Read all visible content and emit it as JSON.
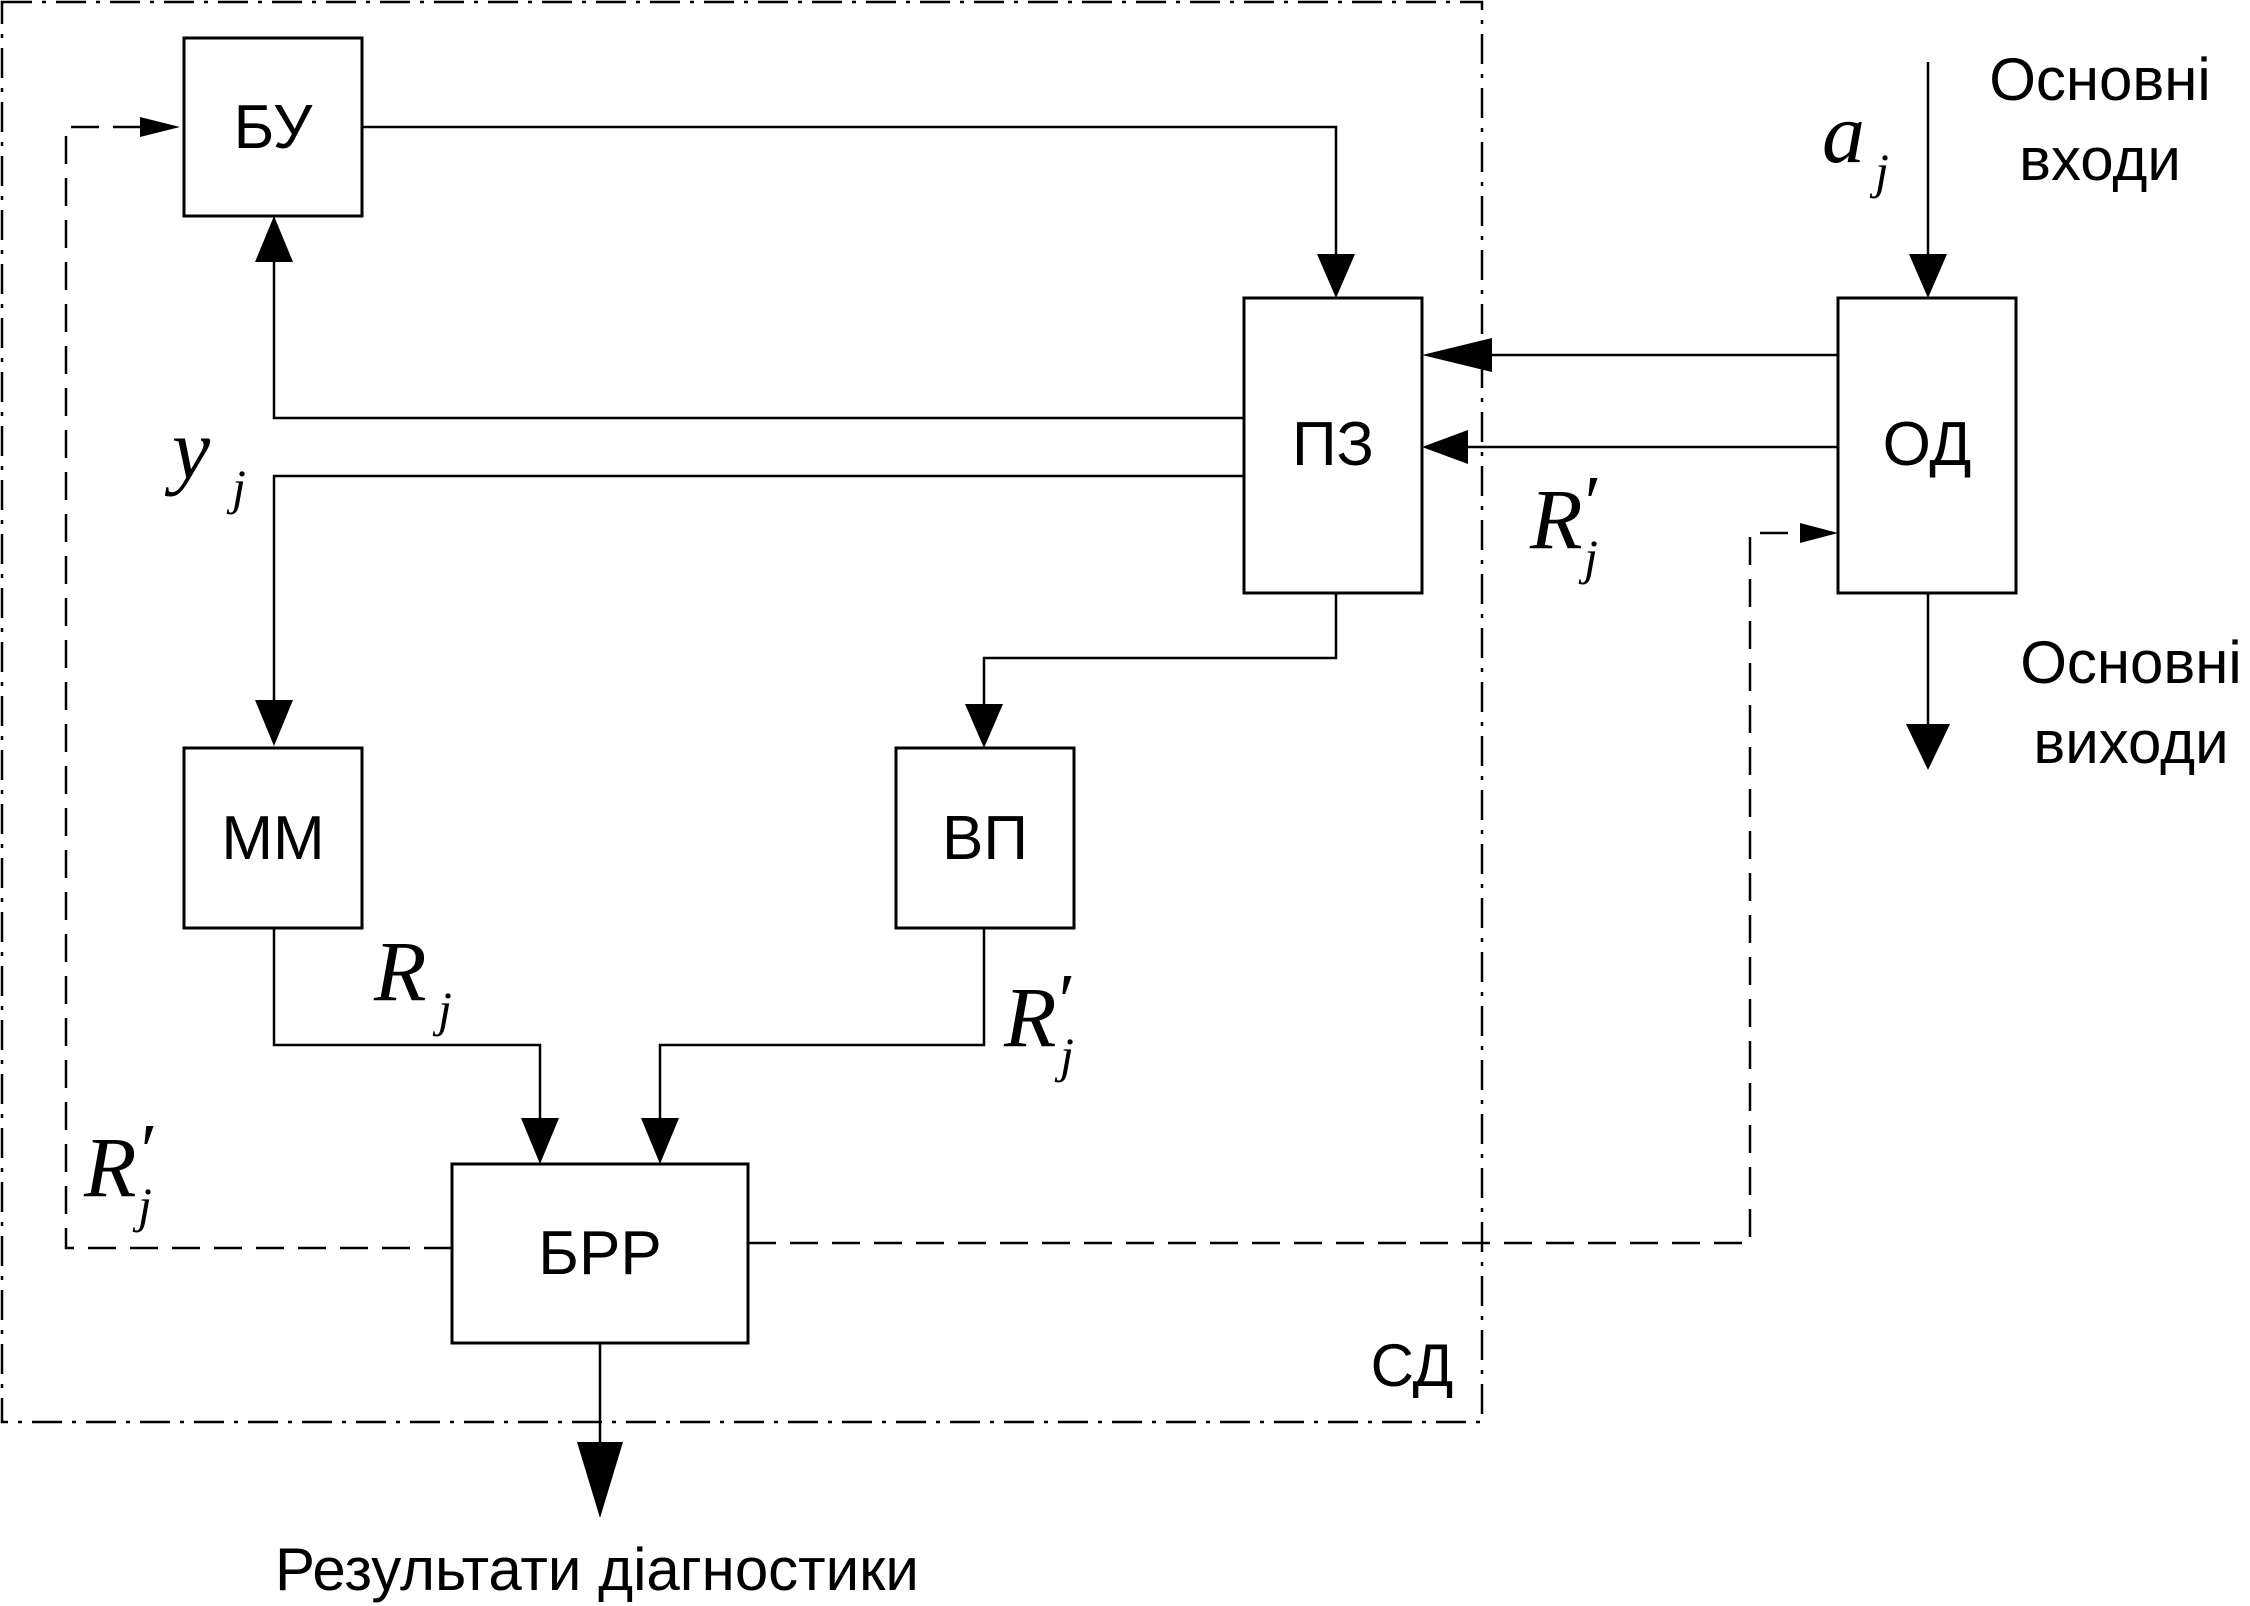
{
  "diagram": {
    "blocks": {
      "bu": "БУ",
      "pz": "ПЗ",
      "od": "ОД",
      "mm": "ММ",
      "vp": "ВП",
      "brr": "БРР"
    },
    "system_label": "СД",
    "inputs_label": {
      "line1": "Основні",
      "line2": "входи"
    },
    "outputs_label": {
      "line1": "Основні",
      "line2": "виходи"
    },
    "results_label": "Результати діагностики",
    "signals": {
      "input_var": "a",
      "input_sub": "j",
      "control_var": "y",
      "control_sub": "j",
      "model_var": "R",
      "model_sub": "j",
      "response_var": "R",
      "response_prime": "′",
      "response_sub": "j"
    }
  }
}
